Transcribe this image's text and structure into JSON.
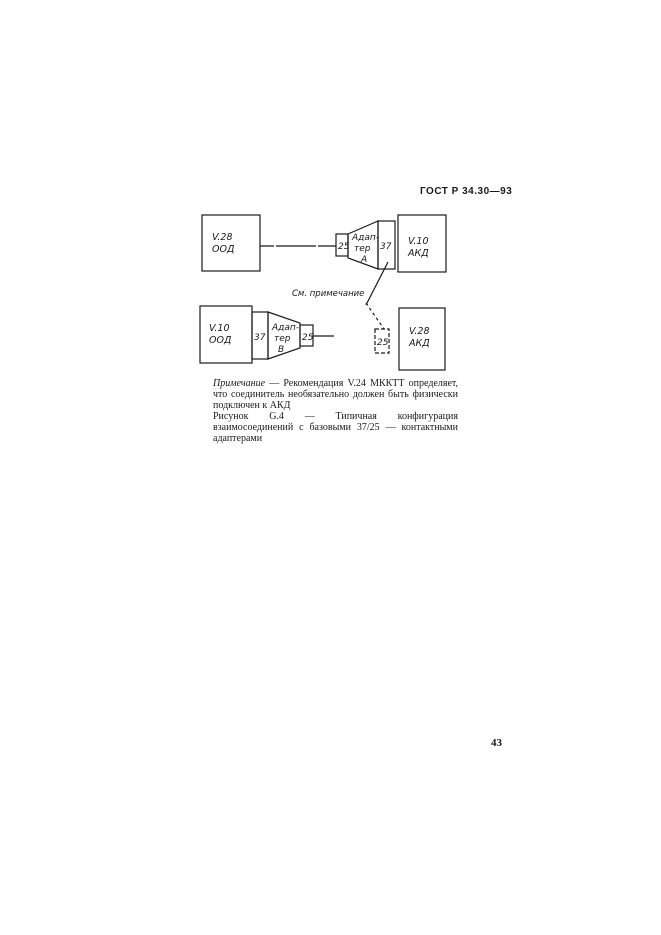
{
  "header": {
    "doc_number": "ГОСТ Р 34.30—93"
  },
  "diagram": {
    "box_top_left": {
      "line1": "V.28",
      "line2": "ООД"
    },
    "box_top_right": {
      "line1": "V.10",
      "line2": "АКД"
    },
    "box_bottom_left": {
      "line1": "V.10",
      "line2": "ООД"
    },
    "box_bottom_right": {
      "line1": "V.28",
      "line2": "АКД"
    },
    "adapter_a": {
      "line1": "Адап-",
      "line2": "тер",
      "line3": "А",
      "pin_left": "25",
      "pin_right": "37"
    },
    "adapter_b": {
      "line1": "Адап-",
      "line2": "тер",
      "line3": "В",
      "pin_left": "37",
      "pin_right": "25"
    },
    "connector_bottom_right": "25",
    "note_callout": "См. примечание"
  },
  "note": {
    "lead": "Примечание",
    "text": " — Рекомендация V.24 МККТТ определяет, что соединитель необязательно должен быть физически подключен к АКД"
  },
  "caption": "Рисунок G.4 — Типичная конфигурация взаимосоединений с базовыми 37/25 — контактными адаптерами",
  "page_number": "43"
}
